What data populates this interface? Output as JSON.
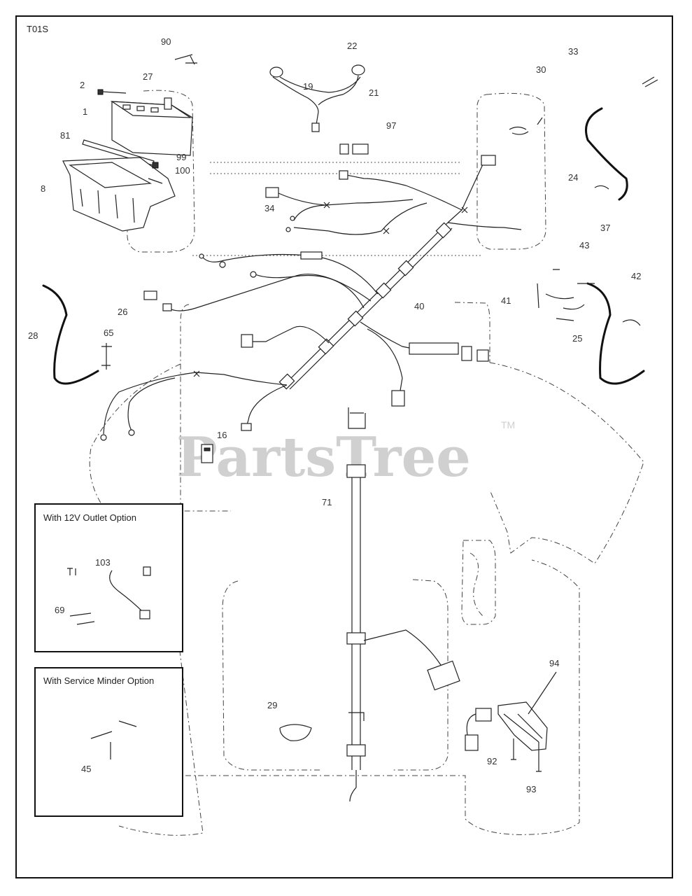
{
  "diagram": {
    "code": "T01S",
    "watermark": "PartsTree",
    "trademark": "TM",
    "insets": [
      {
        "title": "With 12V Outlet Option",
        "labels": [
          "103",
          "69"
        ]
      },
      {
        "title": "With Service Minder Option",
        "labels": [
          "45"
        ]
      }
    ],
    "callouts": [
      "90",
      "22",
      "33",
      "30",
      "2",
      "27",
      "19",
      "21",
      "1",
      "97",
      "81",
      "99",
      "100",
      "8",
      "34",
      "24",
      "37",
      "43",
      "42",
      "41",
      "40",
      "26",
      "28",
      "65",
      "25",
      "16",
      "71",
      "29",
      "94",
      "92",
      "93"
    ]
  }
}
